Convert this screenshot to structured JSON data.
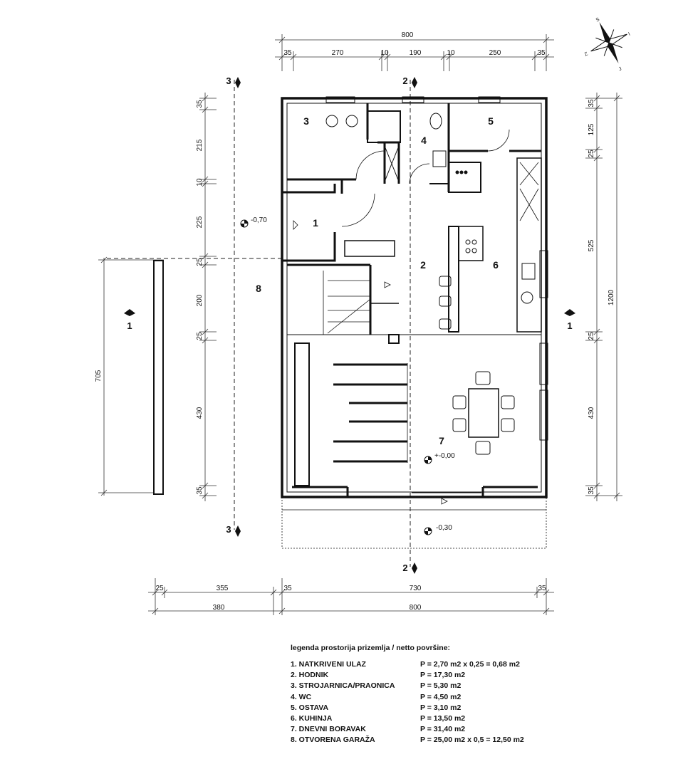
{
  "dimensions": {
    "top_total": "800",
    "top_segments": [
      "35",
      "270",
      "10",
      "190",
      "10",
      "250",
      "35"
    ],
    "bottom_segments": [
      "25",
      "355",
      "35",
      "730",
      "35"
    ],
    "bottom_totals": [
      "380",
      "800"
    ],
    "left_segments": [
      "35",
      "215",
      "10",
      "225",
      "25",
      "200",
      "25",
      "430",
      "35"
    ],
    "left_total": "705",
    "right_segments": [
      "35",
      "125",
      "25",
      "525",
      "25",
      "430",
      "35"
    ],
    "right_total": "1200"
  },
  "rooms": [
    "1",
    "2",
    "3",
    "4",
    "5",
    "6",
    "7",
    "8"
  ],
  "levels": {
    "entrance": "-0,70",
    "living": "+-0,00",
    "outside": "-0,30"
  },
  "sections": {
    "s1": "1",
    "s2": "2",
    "s3": "3"
  },
  "legend": {
    "title": "legenda prostorija prizemlja / netto površine:",
    "items": [
      {
        "name": "1. NATKRIVENI ULAZ",
        "area": "P =   2,70 m2 x 0,25 = 0,68 m2"
      },
      {
        "name": "2. HODNIK",
        "area": "P = 17,30 m2"
      },
      {
        "name": "3. STROJARNICA/PRAONICA",
        "area": "P =   5,30 m2"
      },
      {
        "name": "4. WC",
        "area": "P =   4,50 m2"
      },
      {
        "name": "5. OSTAVA",
        "area": "P =   3,10 m2"
      },
      {
        "name": "6. KUHINJA",
        "area": "P = 13,50 m2"
      },
      {
        "name": "7. DNEVNI BORAVAK",
        "area": "P = 31,40 m2"
      },
      {
        "name": "8. OTVORENA GARAŽA",
        "area": "P = 25,00 m2 x 0,5 = 12,50 m2"
      }
    ]
  },
  "icons": [
    "north-arrow-icon",
    "section-marker-icon",
    "level-marker-icon"
  ]
}
